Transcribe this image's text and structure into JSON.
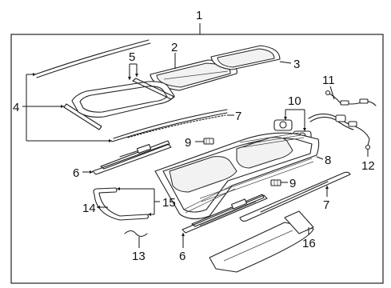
{
  "diagram": {
    "callouts": [
      {
        "id": "c1",
        "text": "1"
      },
      {
        "id": "c2",
        "text": "2"
      },
      {
        "id": "c3",
        "text": "3"
      },
      {
        "id": "c4",
        "text": "4"
      },
      {
        "id": "c5",
        "text": "5"
      },
      {
        "id": "c6a",
        "text": "6"
      },
      {
        "id": "c6b",
        "text": "6"
      },
      {
        "id": "c7a",
        "text": "7"
      },
      {
        "id": "c7b",
        "text": "7"
      },
      {
        "id": "c8",
        "text": "8"
      },
      {
        "id": "c9a",
        "text": "9"
      },
      {
        "id": "c9b",
        "text": "9"
      },
      {
        "id": "c10",
        "text": "10"
      },
      {
        "id": "c11",
        "text": "11"
      },
      {
        "id": "c12",
        "text": "12"
      },
      {
        "id": "c13",
        "text": "13"
      },
      {
        "id": "c14",
        "text": "14"
      },
      {
        "id": "c15",
        "text": "15"
      },
      {
        "id": "c16",
        "text": "16"
      }
    ]
  }
}
